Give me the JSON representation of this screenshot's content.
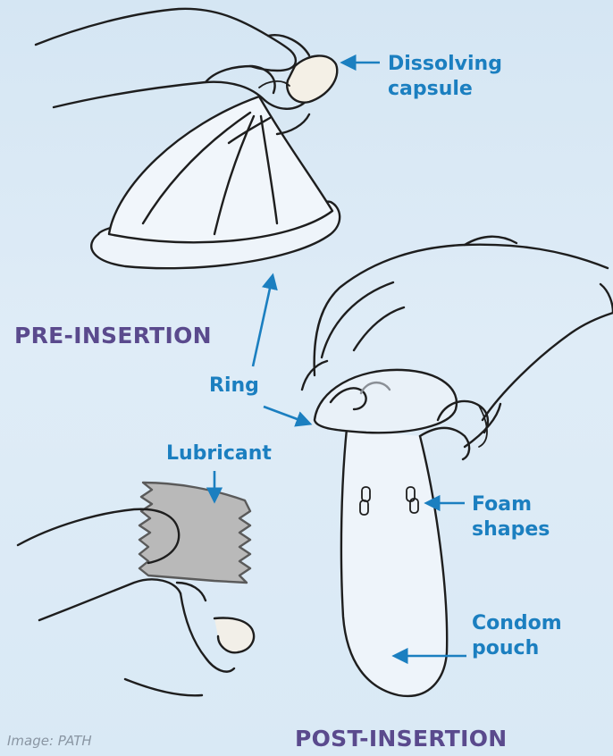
{
  "section_titles": {
    "pre_insertion": "PRE-INSERTION",
    "post_insertion": "POST-INSERTION"
  },
  "labels": {
    "dissolving_capsule": [
      "Dissolving",
      "capsule"
    ],
    "ring": "Ring",
    "lubricant": "Lubricant",
    "foam_shapes": [
      "Foam",
      "shapes"
    ],
    "condom_pouch": [
      "Condom",
      "pouch"
    ]
  },
  "credit": "Image: PATH",
  "colors": {
    "background": "#d9e9f5",
    "label_blue": "#1b7fc0",
    "section_purple": "#5a4a8d",
    "line_art": "#1e1e1e"
  }
}
